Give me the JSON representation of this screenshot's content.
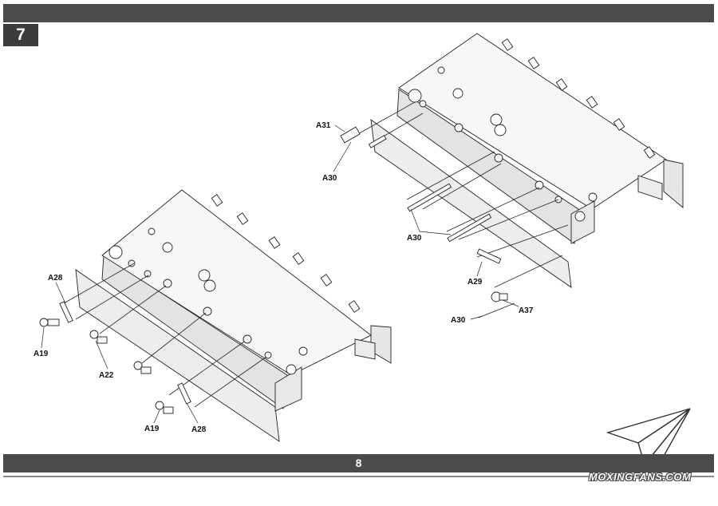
{
  "header": {
    "step_number": "7"
  },
  "footer": {
    "page_number": "8"
  },
  "watermark": {
    "text": "MOXINGFANS.COM",
    "logo_icon": "paper-plane-icon"
  },
  "left_assembly": {
    "labels": [
      "A28",
      "A19",
      "A22",
      "A19",
      "A28"
    ]
  },
  "right_assembly": {
    "labels": [
      "A31",
      "A30",
      "A30",
      "A29",
      "A37",
      "A30"
    ]
  },
  "colors": {
    "bar": "#4b4b4b",
    "line": "#222222",
    "plate": "#f4f4f4",
    "shade": "#dcdcdc"
  }
}
